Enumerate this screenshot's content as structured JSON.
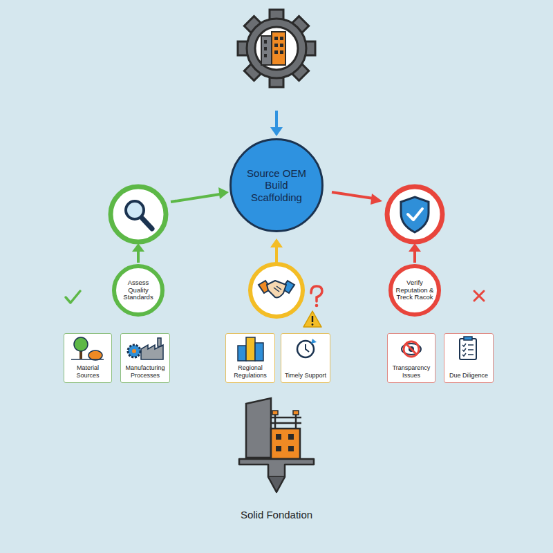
{
  "diagram": {
    "nodes": [
      {
        "text": [
          "Source OEM Build Scaffolding"
        ]
      },
      {
        "text": [
          "Assess Quality Standards"
        ]
      },
      {
        "text": [
          "Verify Reputation & Treck Racok"
        ]
      },
      {
        "text": [
          "Material Sources"
        ]
      },
      {
        "text": [
          "Manufacturing Processes"
        ]
      },
      {
        "text": [
          "Regional Regulations"
        ]
      },
      {
        "text": [
          "Timely Support"
        ]
      },
      {
        "text": [
          "Transparency Issues"
        ]
      },
      {
        "text": [
          "Due Diligence"
        ]
      }
    ],
    "labels": [
      "Solid Fondation"
    ]
  }
}
